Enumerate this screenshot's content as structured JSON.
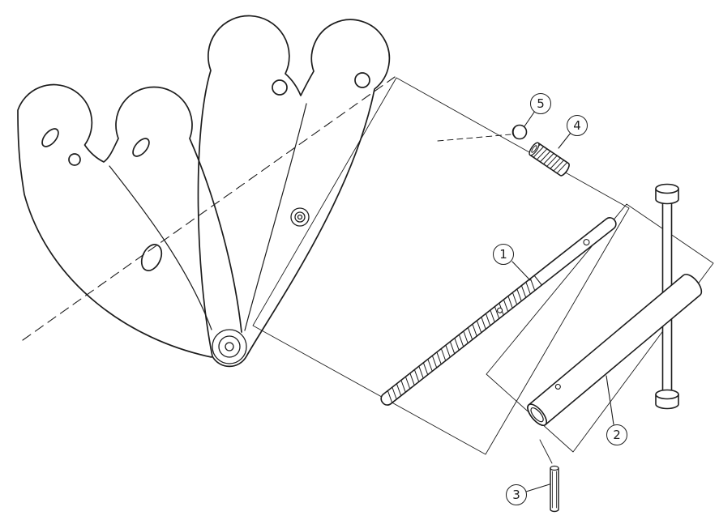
{
  "diagram": {
    "background_color": "#ffffff",
    "line_color": "#1d1d1d",
    "callouts": [
      {
        "label": "1"
      },
      {
        "label": "2"
      },
      {
        "label": "3"
      },
      {
        "label": "4"
      },
      {
        "label": "5"
      }
    ]
  }
}
